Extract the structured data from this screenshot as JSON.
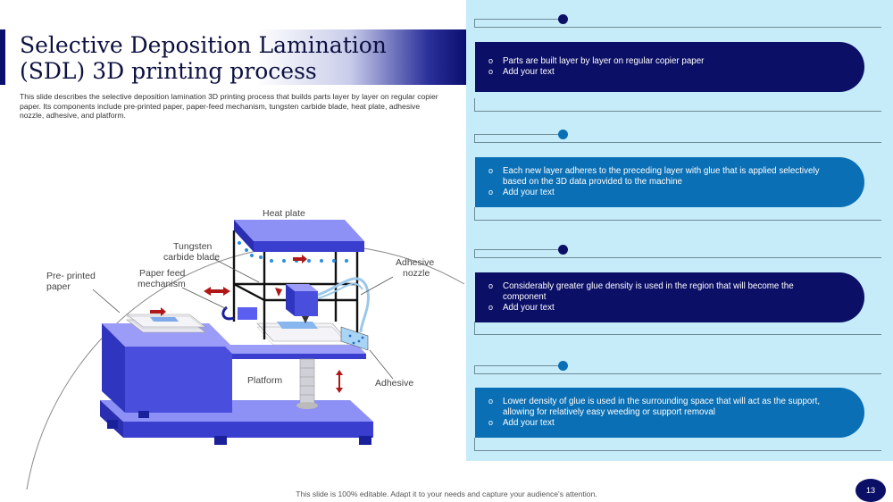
{
  "header": {
    "title": "Selective Deposition Lamination (SDL) 3D printing process",
    "description": "This slide describes the selective deposition lamination 3D printing process that builds parts layer by layer on regular copier paper. Its components include pre-printed paper, paper-feed mechanism, tungsten carbide blade, heat plate, adhesive nozzle, adhesive, and platform."
  },
  "diagram": {
    "labels": {
      "heat_plate": "Heat plate",
      "tungsten_line1": "Tungsten",
      "tungsten_line2": "carbide blade",
      "pre_printed_line1": "Pre- printed",
      "pre_printed_line2": "paper",
      "paper_feed_line1": "Paper feed",
      "paper_feed_line2": "mechanism",
      "adhesive_nozzle_line1": "Adhesive",
      "adhesive_nozzle_line2": "nozzle",
      "platform": "Platform",
      "adhesive": "Adhesive"
    }
  },
  "steps": [
    {
      "bullets": [
        "Parts are built layer by layer on regular copier paper",
        "Add your text"
      ]
    },
    {
      "bullets": [
        "Each new layer adheres to the preceding layer with glue that is applied selectively based on the 3D data provided to the machine",
        "Add your text"
      ]
    },
    {
      "bullets": [
        "Considerably greater glue density is used in the region that will become the component",
        "Add your text"
      ]
    },
    {
      "bullets": [
        "Lower density of glue is used in the surrounding space that will act as the support, allowing for relatively easy weeding or support removal",
        "Add your text"
      ]
    }
  ],
  "footer": {
    "note": "This slide is 100% editable. Adapt it to your needs and capture your audience's attention.",
    "page_number": "13"
  },
  "colors": {
    "dark_navy": "#0b0f66",
    "blue": "#0a6fb5",
    "panel": "#c6ecf9",
    "machine_blue": "#5b5ff0"
  }
}
